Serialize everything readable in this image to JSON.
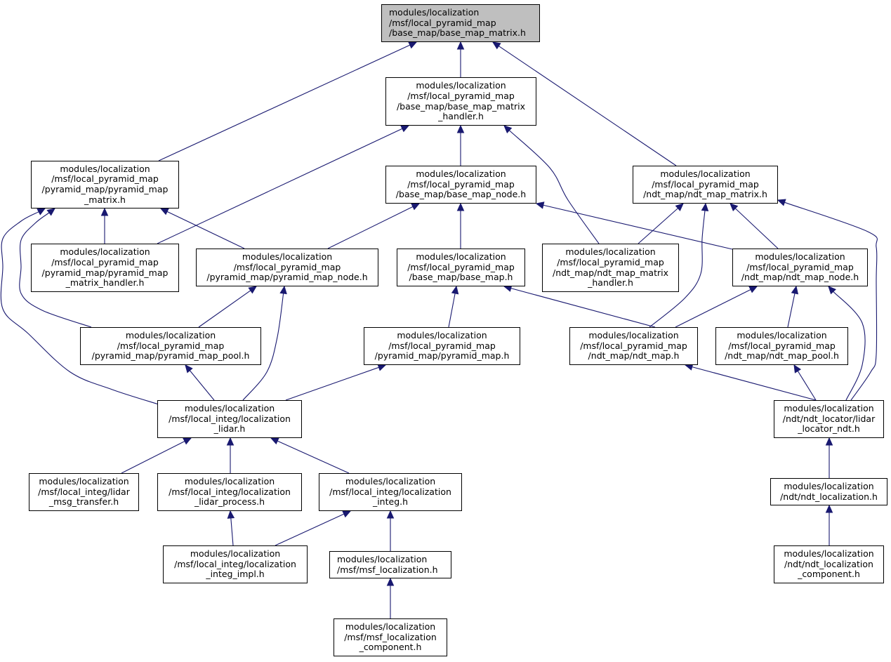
{
  "colors": {
    "edge": "#191970",
    "node_border": "#000000",
    "focus_fill": "#bfbfbf",
    "background": "#ffffff"
  },
  "nodes": [
    {
      "id": "base_map_matrix",
      "focus": true,
      "lines": [
        "modules/localization",
        "/msf/local_pyramid_map",
        "/base_map/base_map_matrix.h"
      ]
    },
    {
      "id": "base_map_matrix_handler",
      "lines": [
        "modules/localization",
        "/msf/local_pyramid_map",
        "/base_map/base_map_matrix",
        "_handler.h"
      ]
    },
    {
      "id": "pyramid_map_matrix",
      "lines": [
        "modules/localization",
        "/msf/local_pyramid_map",
        "/pyramid_map/pyramid_map",
        "_matrix.h"
      ]
    },
    {
      "id": "base_map_node",
      "lines": [
        "modules/localization",
        "/msf/local_pyramid_map",
        "/base_map/base_map_node.h"
      ]
    },
    {
      "id": "ndt_map_matrix",
      "lines": [
        "modules/localization",
        "/msf/local_pyramid_map",
        "/ndt_map/ndt_map_matrix.h"
      ]
    },
    {
      "id": "pyramid_map_matrix_handler",
      "lines": [
        "modules/localization",
        "/msf/local_pyramid_map",
        "/pyramid_map/pyramid_map",
        "_matrix_handler.h"
      ]
    },
    {
      "id": "pyramid_map_node",
      "lines": [
        "modules/localization",
        "/msf/local_pyramid_map",
        "/pyramid_map/pyramid_map_node.h"
      ]
    },
    {
      "id": "base_map",
      "lines": [
        "modules/localization",
        "/msf/local_pyramid_map",
        "/base_map/base_map.h"
      ]
    },
    {
      "id": "ndt_map_matrix_handler",
      "lines": [
        "modules/localization",
        "/msf/local_pyramid_map",
        "/ndt_map/ndt_map_matrix",
        "_handler.h"
      ]
    },
    {
      "id": "ndt_map_node",
      "lines": [
        "modules/localization",
        "/msf/local_pyramid_map",
        "/ndt_map/ndt_map_node.h"
      ]
    },
    {
      "id": "pyramid_map_pool",
      "lines": [
        "modules/localization",
        "/msf/local_pyramid_map",
        "/pyramid_map/pyramid_map_pool.h"
      ]
    },
    {
      "id": "pyramid_map",
      "lines": [
        "modules/localization",
        "/msf/local_pyramid_map",
        "/pyramid_map/pyramid_map.h"
      ]
    },
    {
      "id": "ndt_map",
      "lines": [
        "modules/localization",
        "/msf/local_pyramid_map",
        "/ndt_map/ndt_map.h"
      ]
    },
    {
      "id": "ndt_map_pool",
      "lines": [
        "modules/localization",
        "/msf/local_pyramid_map",
        "/ndt_map/ndt_map_pool.h"
      ]
    },
    {
      "id": "localization_lidar",
      "lines": [
        "modules/localization",
        "/msf/local_integ/localization",
        "_lidar.h"
      ]
    },
    {
      "id": "lidar_locator_ndt",
      "lines": [
        "modules/localization",
        "/ndt/ndt_locator/lidar",
        "_locator_ndt.h"
      ]
    },
    {
      "id": "lidar_msg_transfer",
      "lines": [
        "modules/localization",
        "/msf/local_integ/lidar",
        "_msg_transfer.h"
      ]
    },
    {
      "id": "localization_lidar_process",
      "lines": [
        "modules/localization",
        "/msf/local_integ/localization",
        "_lidar_process.h"
      ]
    },
    {
      "id": "localization_integ",
      "lines": [
        "modules/localization",
        "/msf/local_integ/localization",
        "_integ.h"
      ]
    },
    {
      "id": "ndt_localization",
      "lines": [
        "modules/localization",
        "/ndt/ndt_localization.h"
      ]
    },
    {
      "id": "localization_integ_impl",
      "lines": [
        "modules/localization",
        "/msf/local_integ/localization",
        "_integ_impl.h"
      ]
    },
    {
      "id": "msf_localization",
      "lines": [
        "modules/localization",
        "/msf/msf_localization.h"
      ]
    },
    {
      "id": "ndt_localization_component",
      "lines": [
        "modules/localization",
        "/ndt/ndt_localization",
        "_component.h"
      ]
    },
    {
      "id": "msf_localization_component",
      "lines": [
        "modules/localization",
        "/msf/msf_localization",
        "_component.h"
      ]
    }
  ],
  "edges": [
    [
      "base_map_matrix_handler",
      "base_map_matrix"
    ],
    [
      "pyramid_map_matrix",
      "base_map_matrix"
    ],
    [
      "ndt_map_matrix",
      "base_map_matrix"
    ],
    [
      "base_map_node",
      "base_map_matrix_handler"
    ],
    [
      "pyramid_map_matrix_handler",
      "base_map_matrix_handler"
    ],
    [
      "ndt_map_matrix_handler",
      "base_map_matrix_handler"
    ],
    [
      "pyramid_map_matrix_handler",
      "pyramid_map_matrix"
    ],
    [
      "pyramid_map_node",
      "pyramid_map_matrix"
    ],
    [
      "pyramid_map_pool",
      "pyramid_map_matrix"
    ],
    [
      "localization_lidar",
      "pyramid_map_matrix"
    ],
    [
      "pyramid_map_node",
      "base_map_node"
    ],
    [
      "base_map",
      "base_map_node"
    ],
    [
      "ndt_map_node",
      "base_map_node"
    ],
    [
      "ndt_map_matrix_handler",
      "ndt_map_matrix"
    ],
    [
      "ndt_map_node",
      "ndt_map_matrix"
    ],
    [
      "ndt_map",
      "ndt_map_matrix"
    ],
    [
      "lidar_locator_ndt",
      "ndt_map_matrix"
    ],
    [
      "pyramid_map_pool",
      "pyramid_map_node"
    ],
    [
      "localization_lidar",
      "pyramid_map_node"
    ],
    [
      "pyramid_map",
      "base_map"
    ],
    [
      "ndt_map",
      "base_map"
    ],
    [
      "ndt_map",
      "ndt_map_node"
    ],
    [
      "ndt_map_pool",
      "ndt_map_node"
    ],
    [
      "lidar_locator_ndt",
      "ndt_map_node"
    ],
    [
      "localization_lidar",
      "pyramid_map_pool"
    ],
    [
      "localization_lidar",
      "pyramid_map"
    ],
    [
      "lidar_locator_ndt",
      "ndt_map"
    ],
    [
      "lidar_locator_ndt",
      "ndt_map_pool"
    ],
    [
      "lidar_msg_transfer",
      "localization_lidar"
    ],
    [
      "localization_lidar_process",
      "localization_lidar"
    ],
    [
      "localization_integ",
      "localization_lidar"
    ],
    [
      "ndt_localization",
      "lidar_locator_ndt"
    ],
    [
      "localization_integ_impl",
      "localization_lidar_process"
    ],
    [
      "localization_integ_impl",
      "localization_integ"
    ],
    [
      "msf_localization",
      "localization_integ"
    ],
    [
      "ndt_localization_component",
      "ndt_localization"
    ],
    [
      "msf_localization_component",
      "msf_localization"
    ]
  ]
}
